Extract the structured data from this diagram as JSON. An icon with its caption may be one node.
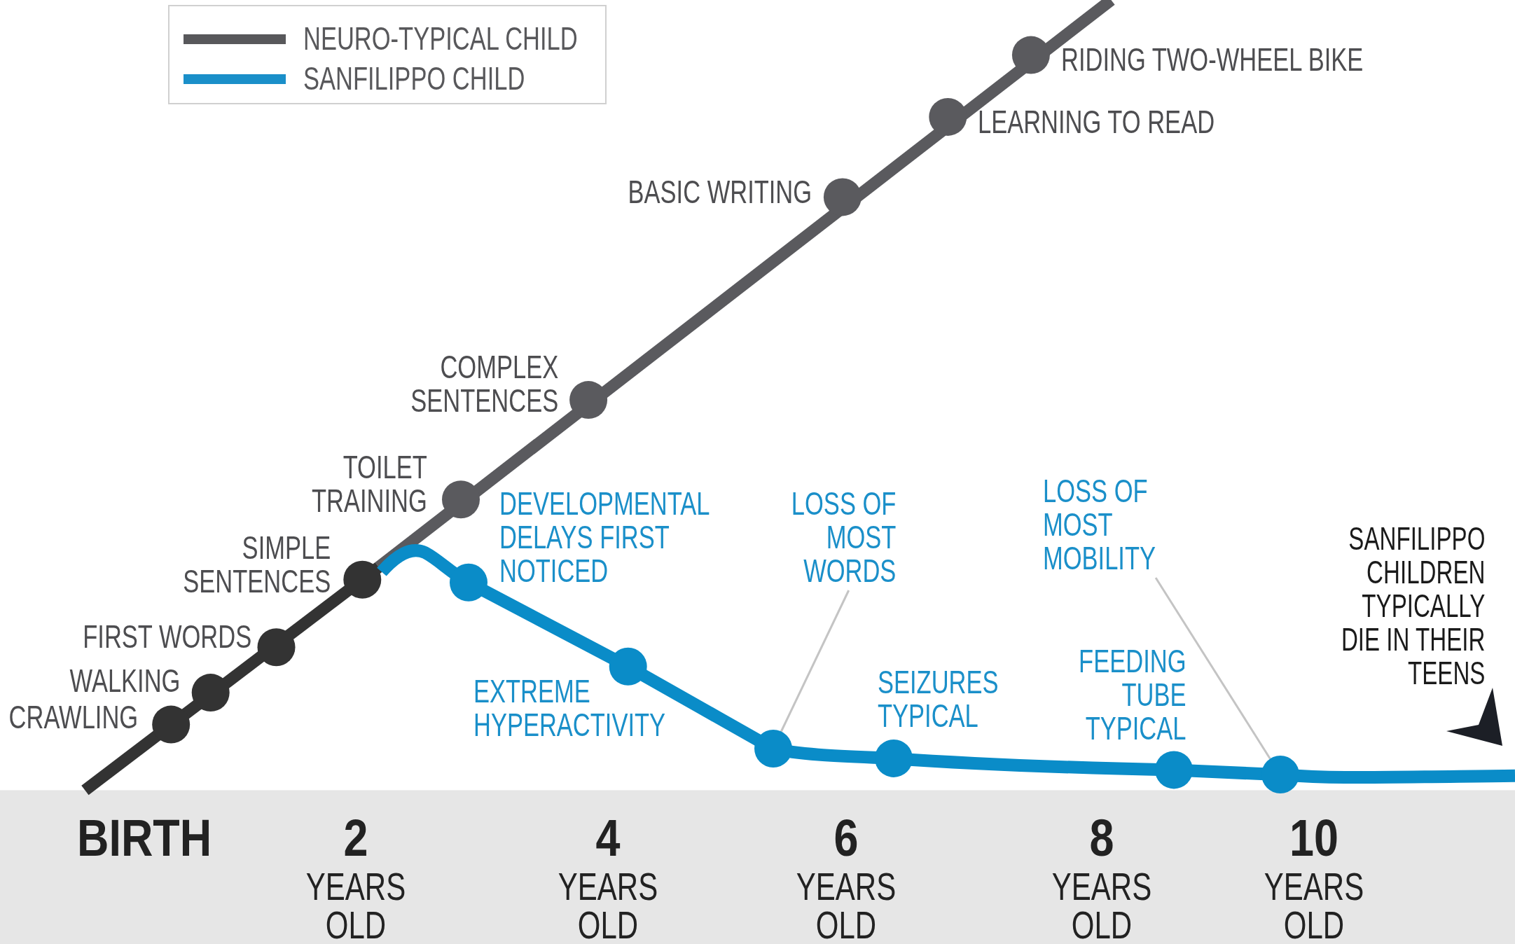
{
  "diagram": {
    "nodes": [
      {
        "text": [
          "LOSS OF MOST WORDS"
        ]
      },
      {
        "text": [],
        "shape": "circle"
      },
      {
        "text": [
          "LOSS OF MOST MOBILITY"
        ]
      },
      {
        "text": [],
        "shape": "circle"
      }
    ],
    "edges": [
      {
        "from": 0,
        "to": 1,
        "arrow": "none"
      },
      {
        "from": 2,
        "to": 3,
        "arrow": "none"
      }
    ],
    "labels": [
      "RIDING TWO-WHEEL BIKE",
      "LEARNING TO READ",
      "BASIC WRITING",
      "COMPLEX SENTENCES",
      "TOILET TRAINING",
      "DEVELOPMENTAL DELAYS FIRST NOTICED",
      "SIMPLE SENTENCES",
      "SANFILIPPO CHILDREN TYPICALLY DIE IN THEIR TEENS",
      "FIRST WORDS",
      "FEEDING TUBE TYPICAL",
      "SEIZURES TYPICAL",
      "WALKING",
      "EXTREME HYPERACTIVITY",
      "CRAWLING",
      "BIRTH",
      "2",
      "4",
      "6",
      "8",
      "10",
      "YEARS OLD",
      "YEARS OLD",
      "YEARS OLD",
      "YEARS OLD",
      "YEARS OLD"
    ],
    "legend": [
      {
        "text": "NEURO-TYPICAL CHILD"
      },
      {
        "text": "SANFILIPPO CHILD"
      }
    ]
  }
}
